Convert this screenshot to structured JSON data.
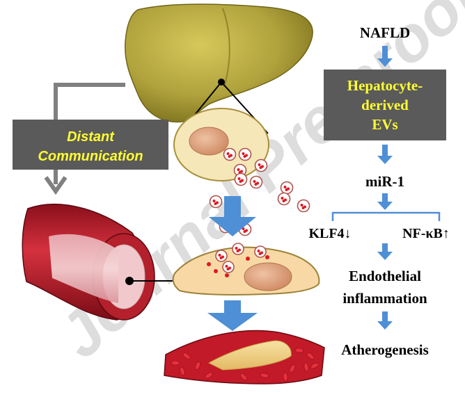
{
  "watermark": "Journal Pre-proof",
  "left": {
    "box_line1": "Distant",
    "box_line2": "Communication"
  },
  "pathway": {
    "start": "NAFLD",
    "ev_line1": "Hepatocyte-",
    "ev_line2": "derived",
    "ev_line3": "EVs",
    "mirna": "miR-1",
    "klf4": "KLF4↓",
    "nfkb": "NF-κB↑",
    "outcome1_line1": "Endothelial",
    "outcome1_line2": "inflammation",
    "outcome2": "Atherogenesis"
  },
  "colors": {
    "arrow_blue": "#4f8fd6",
    "box_gray": "#5a5a5a",
    "box_text_yellow": "#ffff33",
    "liver_fill": "#b0a23c",
    "cell_fill": "#f6e7b8",
    "nucleus_fill": "#e0a57f",
    "vessel_red": "#c8182a",
    "connector_gray": "#808080"
  }
}
